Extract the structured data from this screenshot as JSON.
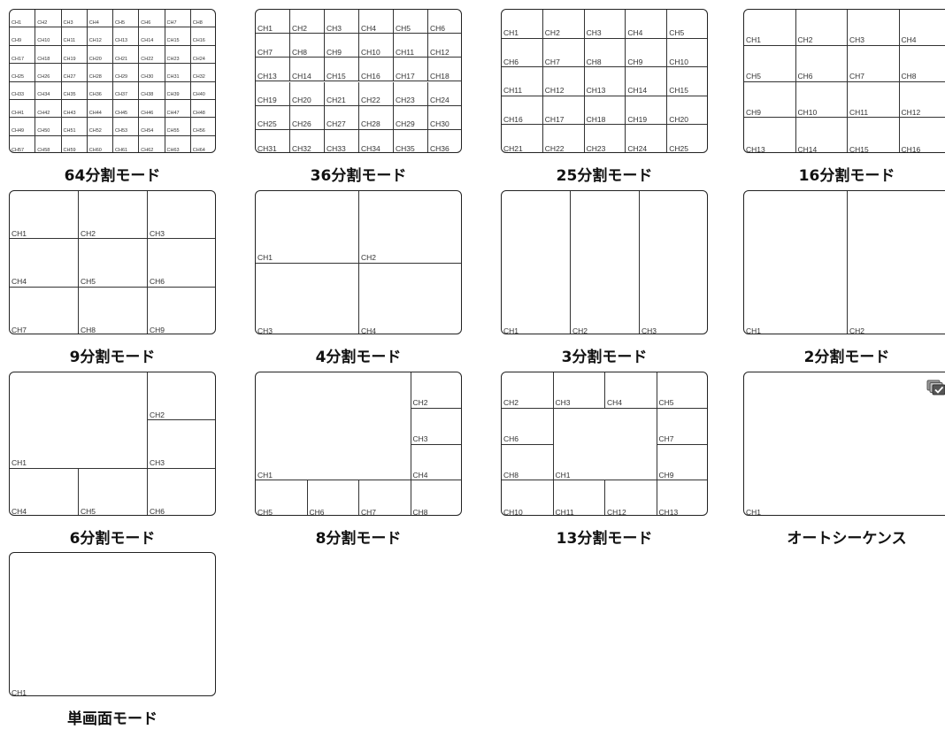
{
  "colors": {
    "line": "#222222",
    "text": "#333333",
    "caption": "#111111"
  },
  "panels": [
    {
      "id": "64",
      "caption": "64分割モード",
      "labels": [
        "CH1",
        "CH2",
        "CH3",
        "CH4",
        "CH5",
        "CH6",
        "CH7",
        "CH8",
        "CH9",
        "CH10",
        "CH11",
        "CH12",
        "CH13",
        "CH14",
        "CH15",
        "CH16",
        "CH17",
        "CH18",
        "CH19",
        "CH20",
        "CH21",
        "CH22",
        "CH23",
        "CH24",
        "CH25",
        "CH26",
        "CH27",
        "CH28",
        "CH29",
        "CH30",
        "CH31",
        "CH32",
        "CH33",
        "CH34",
        "CH35",
        "CH36",
        "CH37",
        "CH38",
        "CH39",
        "CH40",
        "CH41",
        "CH42",
        "CH43",
        "CH44",
        "CH45",
        "CH46",
        "CH47",
        "CH48",
        "CH49",
        "CH50",
        "CH51",
        "CH52",
        "CH53",
        "CH54",
        "CH55",
        "CH56",
        "CH57",
        "CH58",
        "CH59",
        "CH60",
        "CH61",
        "CH62",
        "CH63",
        "CH64"
      ]
    },
    {
      "id": "36",
      "caption": "36分割モード",
      "labels": [
        "CH1",
        "CH2",
        "CH3",
        "CH4",
        "CH5",
        "CH6",
        "CH7",
        "CH8",
        "CH9",
        "CH10",
        "CH11",
        "CH12",
        "CH13",
        "CH14",
        "CH15",
        "CH16",
        "CH17",
        "CH18",
        "CH19",
        "CH20",
        "CH21",
        "CH22",
        "CH23",
        "CH24",
        "CH25",
        "CH26",
        "CH27",
        "CH28",
        "CH29",
        "CH30",
        "CH31",
        "CH32",
        "CH33",
        "CH34",
        "CH35",
        "CH36"
      ]
    },
    {
      "id": "25",
      "caption": "25分割モード",
      "labels": [
        "CH1",
        "CH2",
        "CH3",
        "CH4",
        "CH5",
        "CH6",
        "CH7",
        "CH8",
        "CH9",
        "CH10",
        "CH11",
        "CH12",
        "CH13",
        "CH14",
        "CH15",
        "CH16",
        "CH17",
        "CH18",
        "CH19",
        "CH20",
        "CH21",
        "CH22",
        "CH23",
        "CH24",
        "CH25"
      ]
    },
    {
      "id": "16",
      "caption": "16分割モード",
      "labels": [
        "CH1",
        "CH2",
        "CH3",
        "CH4",
        "CH5",
        "CH6",
        "CH7",
        "CH8",
        "CH9",
        "CH10",
        "CH11",
        "CH12",
        "CH13",
        "CH14",
        "CH15",
        "CH16"
      ]
    },
    {
      "id": "9",
      "caption": "9分割モード",
      "labels": [
        "CH1",
        "CH2",
        "CH3",
        "CH4",
        "CH5",
        "CH6",
        "CH7",
        "CH8",
        "CH9"
      ]
    },
    {
      "id": "4",
      "caption": "4分割モード",
      "labels": [
        "CH1",
        "CH2",
        "CH3",
        "CH4"
      ]
    },
    {
      "id": "3",
      "caption": "3分割モード",
      "labels": [
        "CH1",
        "CH2",
        "CH3"
      ]
    },
    {
      "id": "2",
      "caption": "2分割モード",
      "labels": [
        "CH1",
        "CH2"
      ]
    },
    {
      "id": "6",
      "caption": "6分割モード",
      "labels": [
        "CH1",
        "CH2",
        "CH3",
        "CH4",
        "CH5",
        "CH6"
      ]
    },
    {
      "id": "8",
      "caption": "8分割モード",
      "labels": [
        "CH1",
        "CH2",
        "CH3",
        "CH4",
        "CH5",
        "CH6",
        "CH7",
        "CH8"
      ]
    },
    {
      "id": "13",
      "caption": "13分割モード",
      "labels": [
        "CH1",
        "CH2",
        "CH3",
        "CH4",
        "CH5",
        "CH6",
        "CH7",
        "CH8",
        "CH9",
        "CH10",
        "CH11",
        "CH12",
        "CH13"
      ]
    },
    {
      "id": "auto",
      "caption": "オートシーケンス",
      "labels": [
        "CH1"
      ],
      "icon": "auto-sequence-icon"
    },
    {
      "id": "single",
      "caption": "単画面モード",
      "labels": [
        "CH1"
      ]
    }
  ]
}
